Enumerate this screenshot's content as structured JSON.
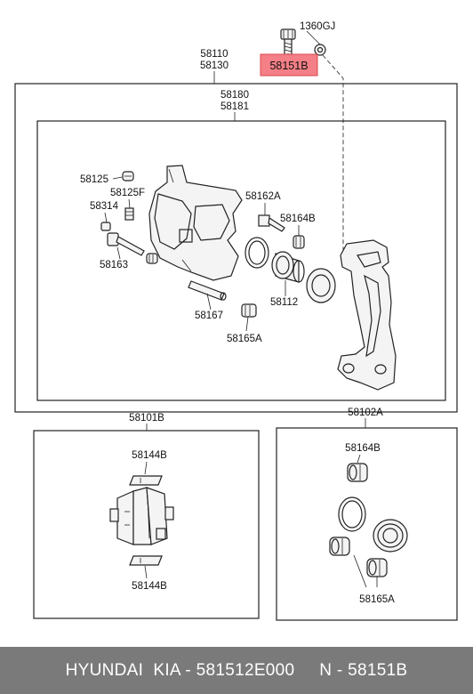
{
  "callouts": {
    "top_bolt": "1360GJ",
    "highlight": "58151B",
    "assy_1": "58110",
    "assy_2": "58130",
    "caliper_1": "58180",
    "caliper_2": "58181",
    "p58125": "58125",
    "p58125F": "58125F",
    "p58314": "58314",
    "p58163": "58163",
    "p58162A": "58162A",
    "p58164B": "58164B",
    "p58112": "58112",
    "p58167": "58167",
    "p58165A": "58165A",
    "pad_kit": "58101B",
    "seal_kit": "58102A",
    "shim_top": "58144B",
    "shim_bottom": "58144B",
    "kit_boot_top": "58164B",
    "kit_boot_bottom": "58165A"
  },
  "colors": {
    "highlight_fill": "#f47f86",
    "highlight_border": "#d9474f",
    "footer_bg": "#7a7a7a"
  },
  "footer": {
    "text": "HYUNDAI  KIA - 581512E000     N - 58151B"
  }
}
